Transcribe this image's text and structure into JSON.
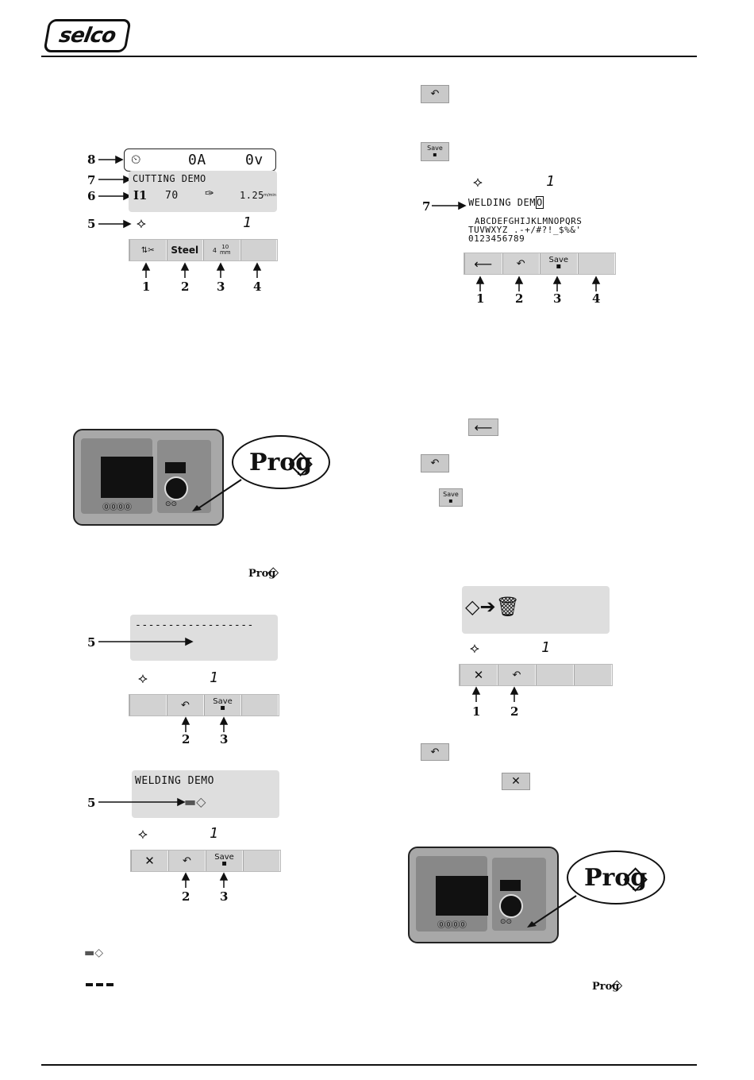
{
  "header": {
    "logo": "selco"
  },
  "fig_top_left": {
    "callouts": [
      "8",
      "7",
      "6",
      "5"
    ],
    "meter": {
      "current": "0A",
      "voltage": "0v"
    },
    "program_name": "CUTTING DEMO",
    "params": {
      "current_label": "I1",
      "current_value": "70",
      "speed_value": "1.25",
      "speed_unit": "m/min"
    },
    "prog_number": "1",
    "buttons": {
      "b2": "Steel",
      "b3_top": "4",
      "b3_mid": "10",
      "b3_bot": "mm"
    },
    "button_numbers": [
      "1",
      "2",
      "3",
      "4"
    ]
  },
  "fig_top_right": {
    "prog_number": "1",
    "callout": "7",
    "name_text": "WELDING DEM",
    "name_cursor": "O",
    "charset_line1": "ABCDEFGHIJKLMNOPQRS",
    "charset_line2": "TUVWXYZ .-+/#?!_$%&'",
    "charset_line3": "0123456789",
    "save_label": "Save",
    "button_numbers": [
      "1",
      "2",
      "3",
      "4"
    ]
  },
  "panel": {
    "prog_label": "Prog"
  },
  "inline_prog": "Prog",
  "fig_mid_left": {
    "dashes": "------------------",
    "callout": "5",
    "prog_number": "1",
    "save_label": "Save",
    "button_numbers": [
      "2",
      "3"
    ]
  },
  "fig_low_left": {
    "name": "WELDING DEMO",
    "callout": "5",
    "prog_number": "1",
    "save_label": "Save",
    "button_numbers": [
      "2",
      "3"
    ]
  },
  "fig_mid_right": {
    "prog_number": "1",
    "button_numbers": [
      "1",
      "2"
    ]
  },
  "save_label": "Save"
}
